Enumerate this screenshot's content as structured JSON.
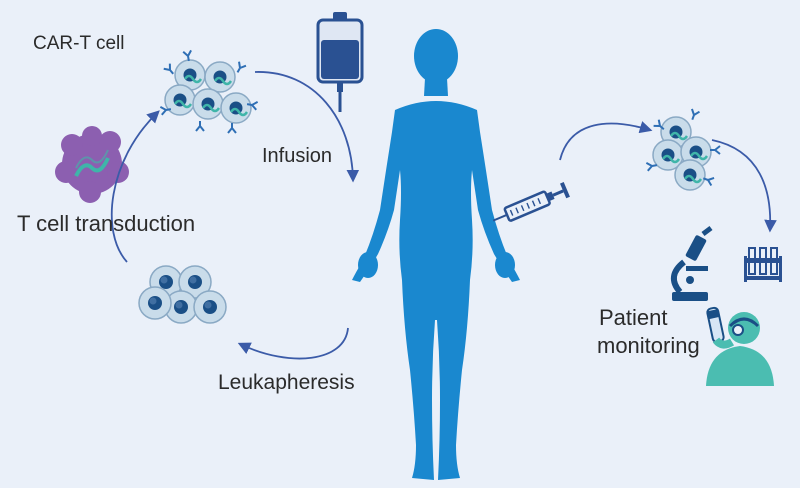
{
  "labels": {
    "car_t_cell": "CAR-T cell",
    "infusion": "Infusion",
    "t_cell_transduction": "T cell transduction",
    "leukapheresis": "Leukapheresis",
    "patient_monitoring_line1": "Patient",
    "patient_monitoring_line2": "monitoring"
  },
  "colors": {
    "background": "#eaf0f9",
    "body": "#1a88cf",
    "arrow": "#3b5ba8",
    "cell_fill": "#c9dcea",
    "cell_nucleus": "#1a4f86",
    "receptor": "#2f6fb5",
    "virus": "#8c5fb0",
    "dna": "#3fb5a9"
  },
  "icons": [
    "iv-bag-icon",
    "syringe-icon",
    "microscope-icon",
    "test-tubes-icon",
    "scientist-icon",
    "virus-icon",
    "human-body-icon"
  ]
}
